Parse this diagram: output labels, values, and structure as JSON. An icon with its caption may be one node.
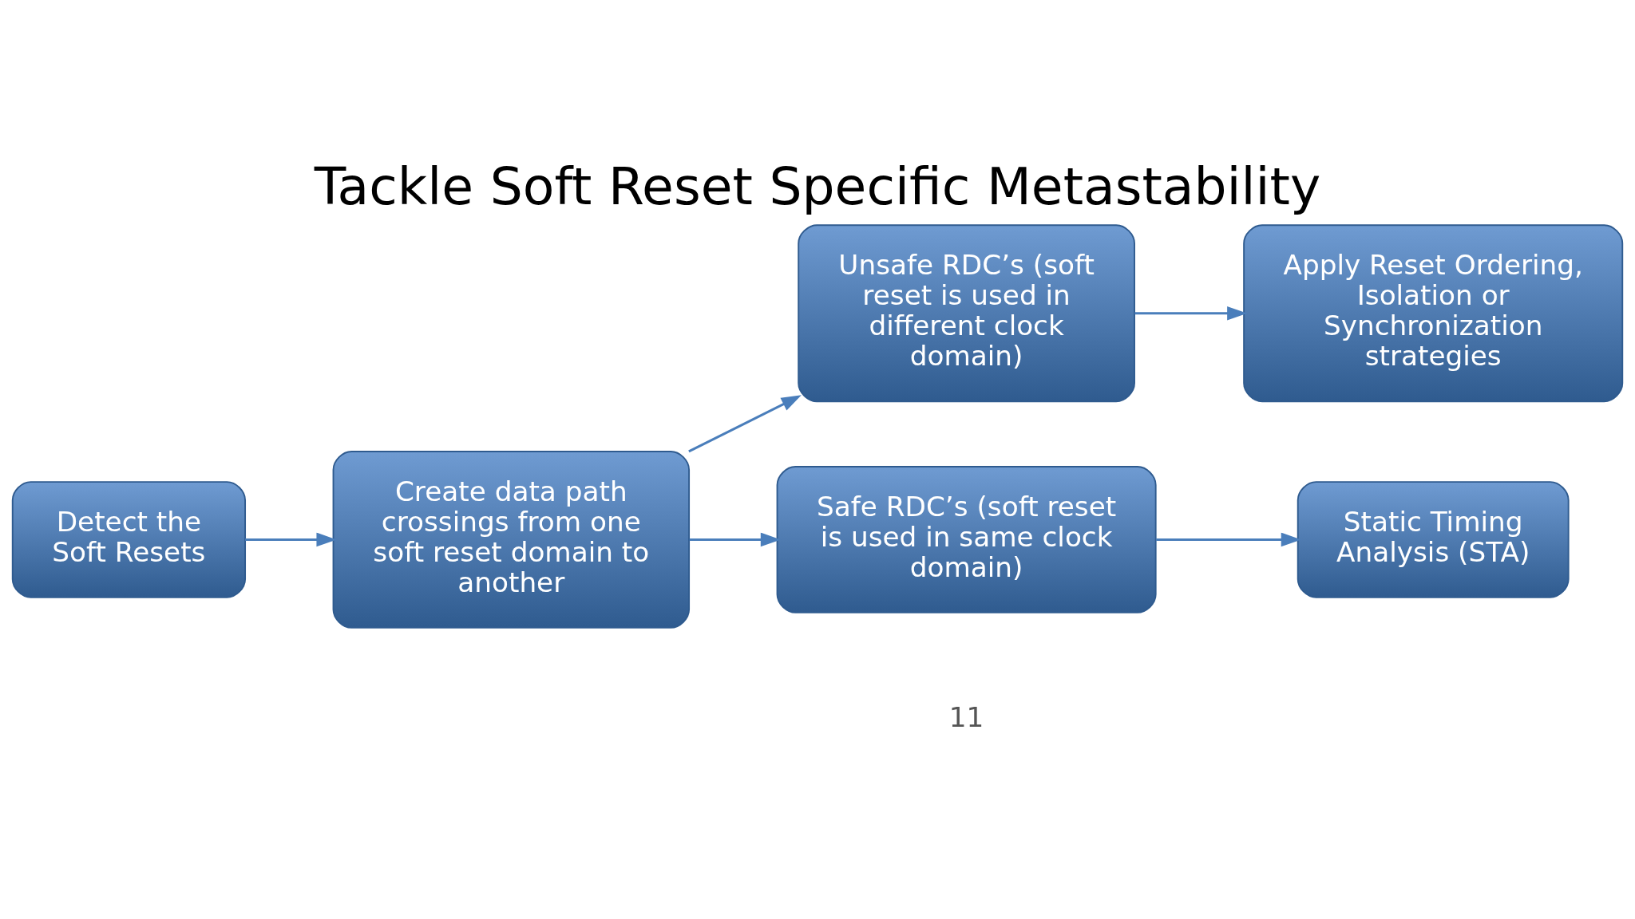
{
  "diagram": {
    "title": "Tackle Soft Reset Specific Metastability",
    "nodes": [
      {
        "text": [
          "Detect the Soft Resets"
        ]
      },
      {
        "text": [
          "Create data path crossings from one soft reset domain to another"
        ]
      },
      {
        "text": [
          "Unsafe RDC’s (soft reset is used in different clock domain)"
        ]
      },
      {
        "text": [
          "Apply Reset Ordering, Isolation or Synchronization strategies"
        ]
      },
      {
        "text": [
          "Safe RDC’s (soft reset is used in same clock domain)"
        ]
      },
      {
        "text": [
          "Static Timing Analysis (STA)"
        ]
      }
    ],
    "edges": [
      {
        "from": 0,
        "to": 1,
        "arrow": "to"
      },
      {
        "from": 1,
        "to": 2,
        "arrow": "to"
      },
      {
        "from": 1,
        "to": 4,
        "arrow": "to"
      },
      {
        "from": 2,
        "to": 3,
        "arrow": "to"
      },
      {
        "from": 4,
        "to": 5,
        "arrow": "to"
      }
    ],
    "labels": [
      "11"
    ]
  }
}
